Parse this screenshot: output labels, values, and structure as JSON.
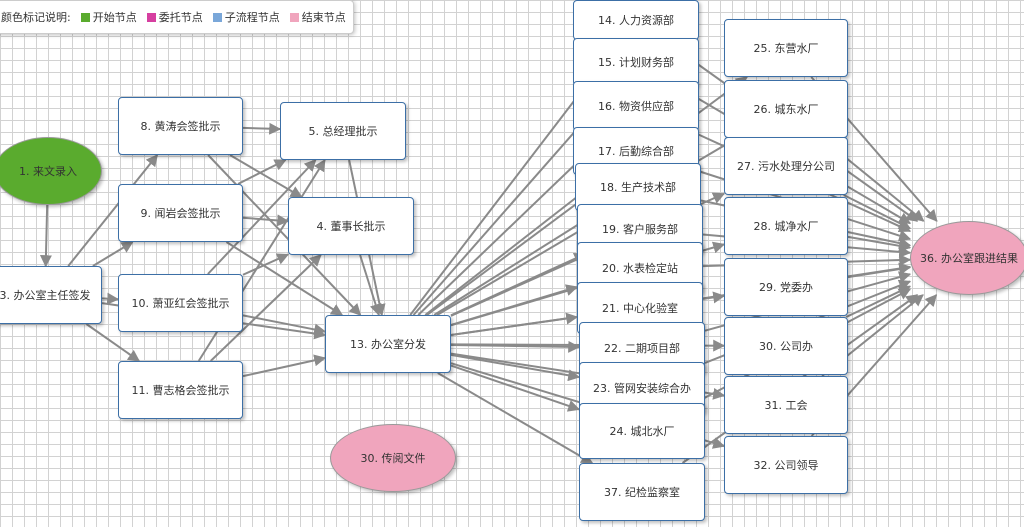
{
  "legend": {
    "title": "颜色标记说明:",
    "items": [
      {
        "label": "开始节点",
        "color": "#5aab2e"
      },
      {
        "label": "委托节点",
        "color": "#d63fa0"
      },
      {
        "label": "子流程节点",
        "color": "#7aa7d9"
      },
      {
        "label": "结束节点",
        "color": "#f0a5bd"
      }
    ]
  },
  "nodes": {
    "n1": {
      "label": "1. 来文录入",
      "fill": "#5aab2e"
    },
    "n3": {
      "label": "3. 办公室主任签发"
    },
    "n8": {
      "label": "8. 黄涛会签批示"
    },
    "n9": {
      "label": "9. 闻岩会签批示"
    },
    "n10": {
      "label": "10. 萧亚红会签批示"
    },
    "n11": {
      "label": "11. 曹志格会签批示"
    },
    "n5": {
      "label": "5. 总经理批示"
    },
    "n4": {
      "label": "4. 董事长批示"
    },
    "n13": {
      "label": "13. 办公室分发"
    },
    "n30": {
      "label": "30. 传阅文件",
      "fill": "#f0a5bd"
    },
    "n14": {
      "label": "14. 人力资源部"
    },
    "n15": {
      "label": "15. 计划财务部"
    },
    "n16": {
      "label": "16. 物资供应部"
    },
    "n17": {
      "label": "17. 后勤综合部"
    },
    "n18": {
      "label": "18. 生产技术部"
    },
    "n19": {
      "label": "19. 客户服务部"
    },
    "n20": {
      "label": "20. 水表检定站"
    },
    "n21": {
      "label": "21. 中心化验室"
    },
    "n22": {
      "label": "22. 二期项目部"
    },
    "n23": {
      "label": "23. 管网安装综合办"
    },
    "n24": {
      "label": "24. 城北水厂"
    },
    "n37": {
      "label": "37. 纪检监察室"
    },
    "n25": {
      "label": "25. 东营水厂"
    },
    "n26": {
      "label": "26. 城东水厂"
    },
    "n27": {
      "label": "27. 污水处理分公司"
    },
    "n28": {
      "label": "28. 城净水厂"
    },
    "n29": {
      "label": "29. 党委办"
    },
    "n31": {
      "label": "30. 公司办"
    },
    "n32": {
      "label": "31. 工会"
    },
    "n33": {
      "label": "32. 公司领导"
    },
    "n36": {
      "label": "36. 办公室跟进结果",
      "fill": "#f0a5bd"
    }
  },
  "edges": [
    [
      "n1",
      "n3"
    ],
    [
      "n3",
      "n8"
    ],
    [
      "n3",
      "n9"
    ],
    [
      "n3",
      "n10"
    ],
    [
      "n3",
      "n11"
    ],
    [
      "n8",
      "n5"
    ],
    [
      "n9",
      "n5"
    ],
    [
      "n10",
      "n5"
    ],
    [
      "n11",
      "n5"
    ],
    [
      "n8",
      "n4"
    ],
    [
      "n9",
      "n4"
    ],
    [
      "n10",
      "n4"
    ],
    [
      "n11",
      "n4"
    ],
    [
      "n8",
      "n13"
    ],
    [
      "n9",
      "n13"
    ],
    [
      "n10",
      "n13"
    ],
    [
      "n11",
      "n13"
    ],
    [
      "n5",
      "n13"
    ],
    [
      "n4",
      "n13"
    ],
    [
      "n3",
      "n13"
    ],
    [
      "n13",
      "n14"
    ],
    [
      "n13",
      "n15"
    ],
    [
      "n13",
      "n16"
    ],
    [
      "n13",
      "n17"
    ],
    [
      "n13",
      "n18"
    ],
    [
      "n13",
      "n19"
    ],
    [
      "n13",
      "n20"
    ],
    [
      "n13",
      "n21"
    ],
    [
      "n13",
      "n22"
    ],
    [
      "n13",
      "n23"
    ],
    [
      "n13",
      "n24"
    ],
    [
      "n13",
      "n37"
    ],
    [
      "n13",
      "n25"
    ],
    [
      "n13",
      "n26"
    ],
    [
      "n13",
      "n27"
    ],
    [
      "n13",
      "n28"
    ],
    [
      "n13",
      "n29"
    ],
    [
      "n13",
      "n31"
    ],
    [
      "n13",
      "n32"
    ],
    [
      "n13",
      "n33"
    ],
    [
      "n25",
      "n36"
    ],
    [
      "n26",
      "n36"
    ],
    [
      "n27",
      "n36"
    ],
    [
      "n28",
      "n36"
    ],
    [
      "n29",
      "n36"
    ],
    [
      "n31",
      "n36"
    ],
    [
      "n32",
      "n36"
    ],
    [
      "n33",
      "n36"
    ],
    [
      "n14",
      "n36"
    ],
    [
      "n15",
      "n36"
    ],
    [
      "n16",
      "n36"
    ],
    [
      "n17",
      "n36"
    ],
    [
      "n18",
      "n36"
    ],
    [
      "n19",
      "n36"
    ],
    [
      "n20",
      "n36"
    ],
    [
      "n21",
      "n36"
    ],
    [
      "n22",
      "n36"
    ],
    [
      "n23",
      "n36"
    ],
    [
      "n24",
      "n36"
    ],
    [
      "n37",
      "n36"
    ]
  ]
}
